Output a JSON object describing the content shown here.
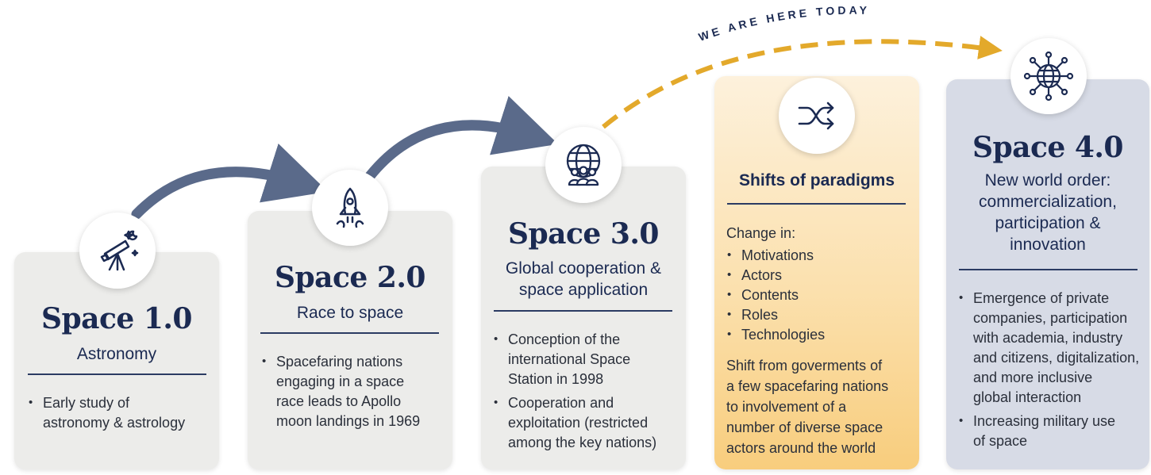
{
  "banner": "WE ARE HERE TODAY",
  "colors": {
    "card": "#ececea",
    "space4": "#d7dbe6",
    "shift_gradient_start": "#fdf1dc",
    "shift_gradient_end": "#f8cd7d",
    "arrow": "#5a6a8a",
    "dashed_arrow": "#e3a92b",
    "title": "#1b2a52"
  },
  "stages": [
    {
      "icon": "telescope-icon",
      "title": "Space 1.0",
      "subtitle": [
        "Astronomy"
      ],
      "bullets": [
        [
          "Early study of",
          "astronomy & astrology"
        ]
      ]
    },
    {
      "icon": "rocket-icon",
      "title": "Space 2.0",
      "subtitle": [
        "Race to space"
      ],
      "bullets": [
        [
          "Spacefaring nations",
          "engaging in a space",
          "race leads to Apollo",
          "moon landings in 1969"
        ]
      ]
    },
    {
      "icon": "globe-people-icon",
      "title": "Space 3.0",
      "subtitle": [
        "Global cooperation &",
        "space application"
      ],
      "bullets": [
        [
          "Conception of the",
          "international Space",
          "Station in 1998"
        ],
        [
          "Cooperation and",
          "exploitation (restricted",
          "among the key nations)"
        ]
      ]
    }
  ],
  "shifts": {
    "icon": "shuffle-arrows-icon",
    "title": "Shifts of paradigms",
    "intro": "Change in:",
    "items": [
      "Motivations",
      "Actors",
      "Contents",
      "Roles",
      "Technologies"
    ],
    "text": [
      "Shift from goverments of",
      "a few spacefaring nations",
      "to involvement of a",
      "number of diverse space",
      "actors around the world"
    ]
  },
  "space4": {
    "icon": "network-globe-icon",
    "title": "Space 4.0",
    "subtitle": [
      "New world order:",
      "commercialization,",
      "participation &",
      "innovation"
    ],
    "bullets": [
      [
        "Emergence of private",
        "companies, participation",
        "with academia, industry",
        "and citizens, digitalization,",
        "and more inclusive",
        "global interaction"
      ],
      [
        "Increasing military use",
        "of space"
      ]
    ]
  }
}
